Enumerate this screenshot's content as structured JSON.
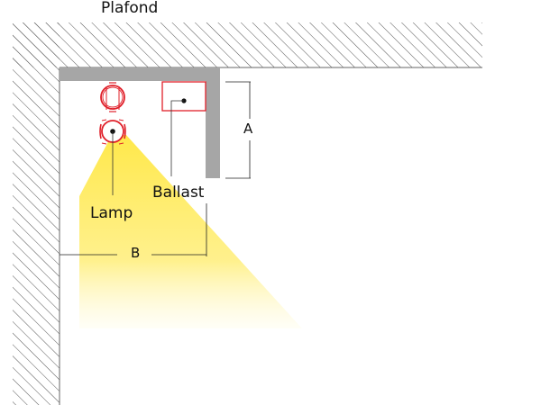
{
  "labels": {
    "ceiling": "Plafond",
    "ballast": "Ballast",
    "lamp": "Lamp",
    "dim_a": "A",
    "dim_b": "B"
  },
  "colors": {
    "hatch": "#555555",
    "profile": "#a6a6a6",
    "component_outline": "#e0202a",
    "light_beam": "#ffe84a",
    "dimension_line": "#222222"
  }
}
